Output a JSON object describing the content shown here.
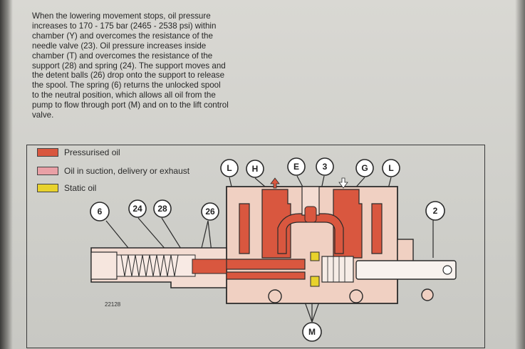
{
  "paragraph": "When the lowering movement stops, oil pressure\nincreases to 170 - 175 bar (2465 - 2538 psi) within\nchamber (Y) and overcomes the resistance of the\nneedle valve (23). Oil pressure increases inside\nchamber (T) and overcomes the resistance of the\nsupport (28) and spring (24). The support moves and\nthe detent balls (26) drop onto the support to release\nthe spool. The spring (6) returns the unlocked spool\nto the neutral position, which allows all oil from the\npump to flow through port (M) and on to the lift control\nvalve.",
  "legend": [
    {
      "label": "Pressurised oil",
      "color": "#d9573f"
    },
    {
      "label": "Oil in suction, delivery or exhaust",
      "color": "#e9a0a6"
    },
    {
      "label": "Static oil",
      "color": "#e8d22c"
    }
  ],
  "callouts": {
    "c6": "6",
    "c24": "24",
    "c28": "28",
    "c26": "26",
    "cL1": "L",
    "cH": "H",
    "cE": "E",
    "c3": "3",
    "cG": "G",
    "cL2": "L",
    "c2": "2",
    "cM": "M"
  },
  "figure_number": "22128",
  "colors": {
    "pressurised": "#d9573f",
    "suction": "#e9a0a6",
    "static": "#e8d22c",
    "body": "#f0d0c2",
    "outline": "#2a2a2a"
  }
}
